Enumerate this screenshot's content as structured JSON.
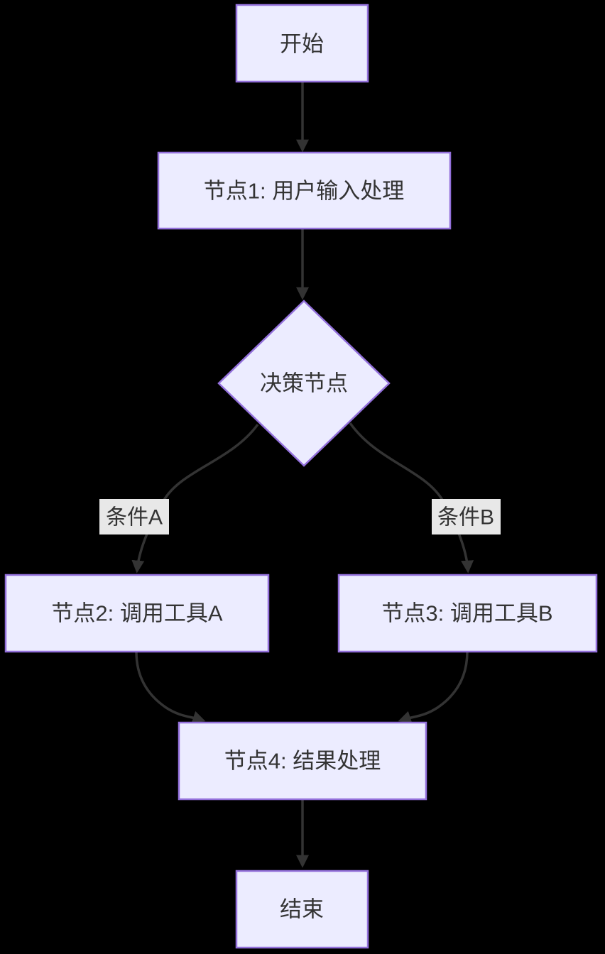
{
  "diagram": {
    "type": "flowchart",
    "direction": "top-down",
    "background": "#000000",
    "colors": {
      "node_fill": "#ECECFF",
      "node_border": "#9370DB",
      "text": "#333333",
      "edge": "#333333",
      "edge_label_bg": "#E8E8E8"
    },
    "nodes": [
      {
        "id": "start",
        "shape": "rect",
        "label": "开始"
      },
      {
        "id": "node1",
        "shape": "rect",
        "label": "节点1: 用户输入处理"
      },
      {
        "id": "decision",
        "shape": "diamond",
        "label": "决策节点"
      },
      {
        "id": "node2",
        "shape": "rect",
        "label": "节点2: 调用工具A"
      },
      {
        "id": "node3",
        "shape": "rect",
        "label": "节点3: 调用工具B"
      },
      {
        "id": "node4",
        "shape": "rect",
        "label": "节点4: 结果处理"
      },
      {
        "id": "end",
        "shape": "rect",
        "label": "结束"
      }
    ],
    "edges": [
      {
        "from": "start",
        "to": "node1",
        "label": ""
      },
      {
        "from": "node1",
        "to": "decision",
        "label": ""
      },
      {
        "from": "decision",
        "to": "node2",
        "label": "条件A"
      },
      {
        "from": "decision",
        "to": "node3",
        "label": "条件B"
      },
      {
        "from": "node2",
        "to": "node4",
        "label": ""
      },
      {
        "from": "node3",
        "to": "node4",
        "label": ""
      },
      {
        "from": "node4",
        "to": "end",
        "label": ""
      }
    ]
  }
}
